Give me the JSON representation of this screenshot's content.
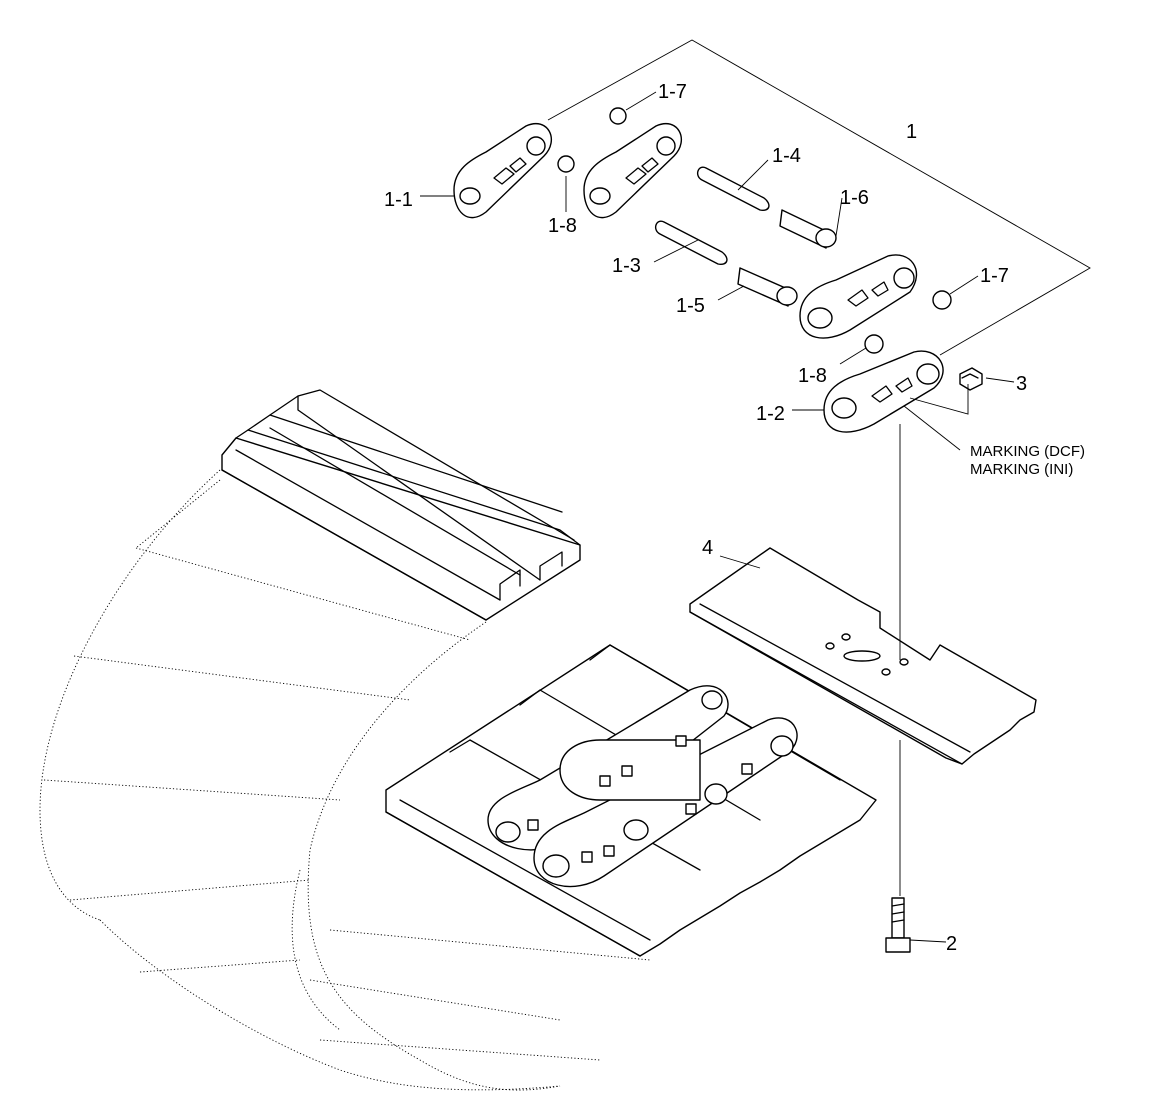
{
  "diagram": {
    "callouts": {
      "assembly": "1",
      "link_left": "1-1",
      "link_right": "1-2",
      "pin": "1-3",
      "pin_master": "1-4",
      "bushing": "1-5",
      "bushing_master": "1-6",
      "seal_top": "1-7",
      "seal_right": "1-7",
      "spacer_top": "1-8",
      "spacer_right": "1-8",
      "bolt": "2",
      "nut": "3",
      "shoe": "4"
    },
    "markings": [
      "MARKING (DCF)",
      "MARKING (INI)"
    ]
  }
}
